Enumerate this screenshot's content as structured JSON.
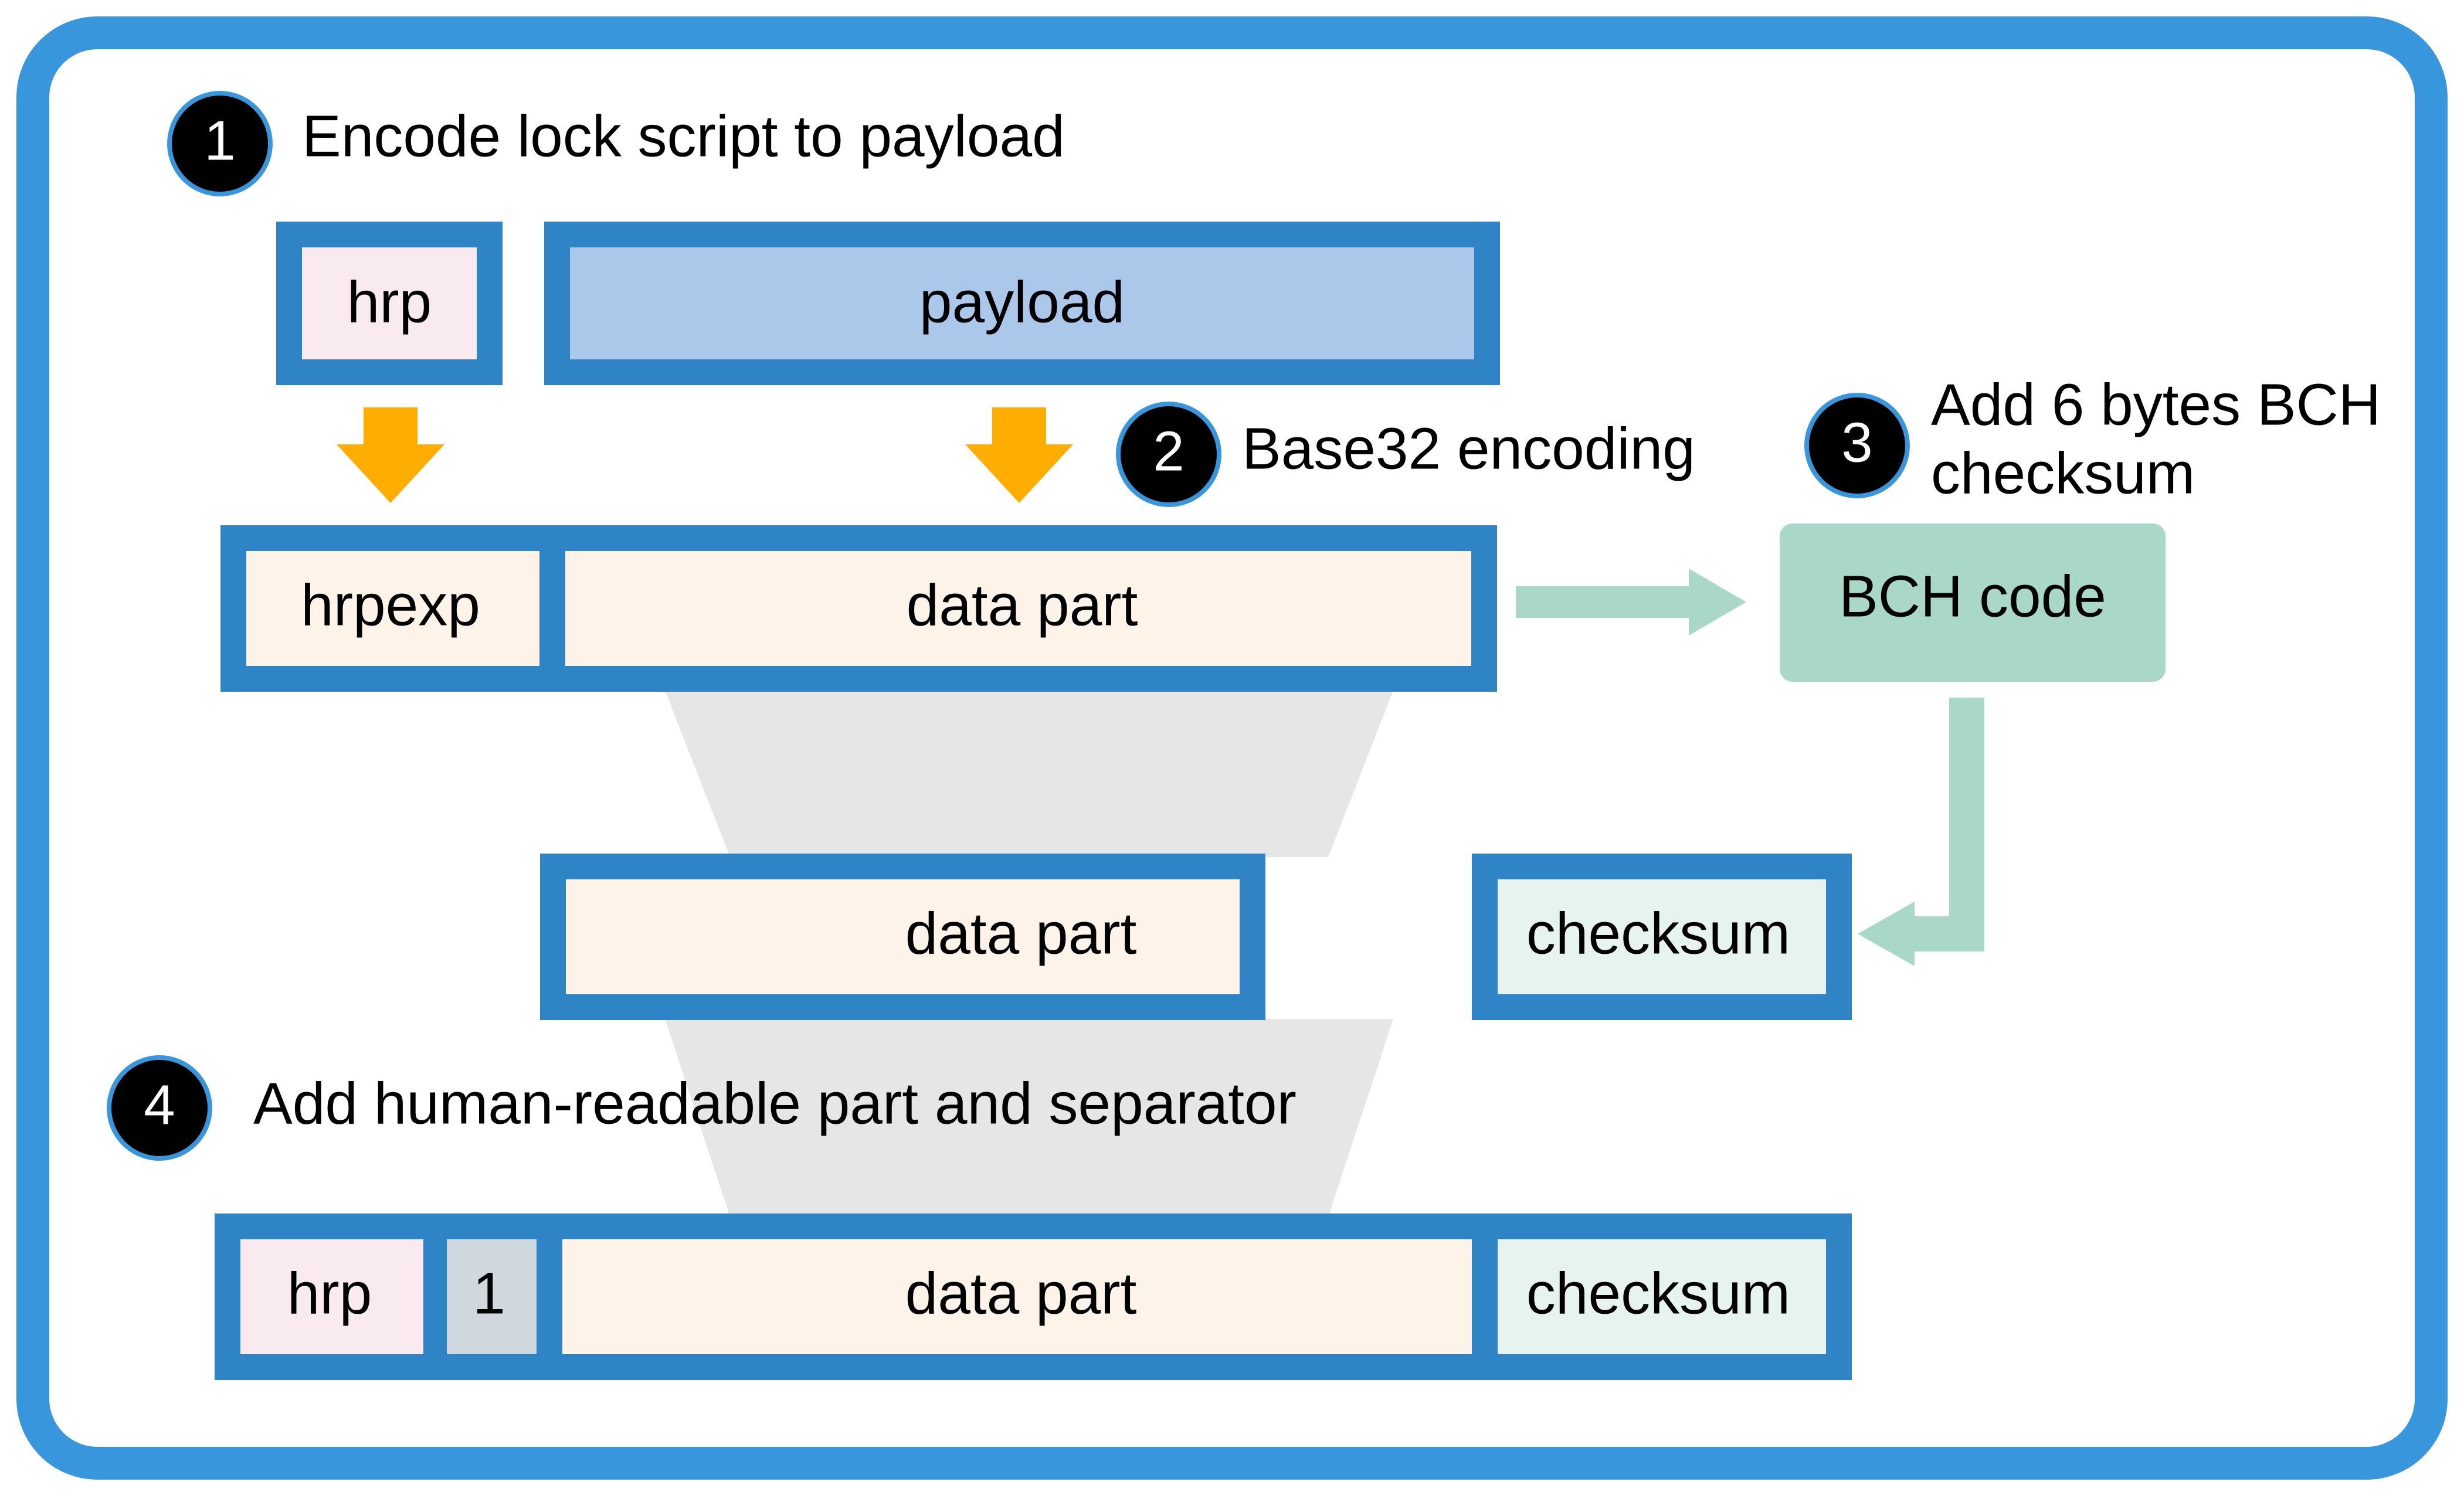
{
  "steps": [
    {
      "number": "1",
      "text": "Encode lock script to payload"
    },
    {
      "number": "2",
      "text": "Base32 encoding"
    },
    {
      "number": "3",
      "text_line1": "Add 6 bytes BCH",
      "text_line2": "checksum"
    },
    {
      "number": "4",
      "text": "Add human-readable part and separator"
    }
  ],
  "stage1": {
    "hrp": "hrp",
    "payload": "payload"
  },
  "stage2": {
    "hrpexp": "hrpexp",
    "data_part": "data part"
  },
  "bch": {
    "label": "BCH code"
  },
  "stage3": {
    "data_part": "data part",
    "checksum": "checksum"
  },
  "stage4": {
    "hrp": "hrp",
    "separator": "1",
    "data_part": "data part",
    "checksum": "checksum"
  },
  "colors": {
    "frame_blue": "#3897dc",
    "box_border": "#2e84c4",
    "hrp_fill": "#f9eaef",
    "payload_fill": "#abc8ea",
    "data_fill": "#fdf3e8",
    "checksum_fill": "#e6f3ef",
    "separator_fill": "#cfd7df",
    "bch_fill": "#a9d8c9",
    "teal_arrow": "#a9d8c9",
    "orange_arrow": "#ffad00",
    "funnel_gray": "#e6e6e6"
  }
}
